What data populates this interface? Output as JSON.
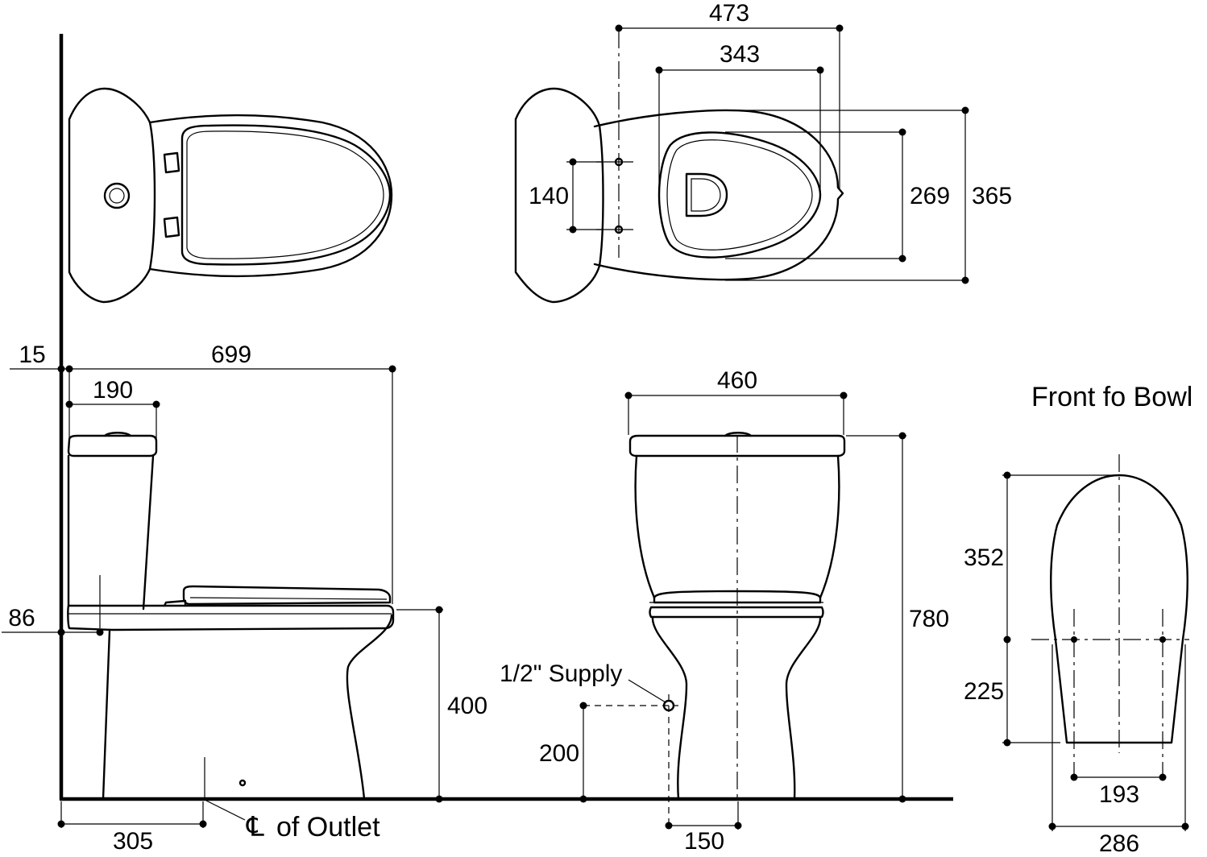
{
  "dimensions": {
    "top_overall_width": "473",
    "top_bowl_opening_width": "343",
    "top_bolt_spacing": "140",
    "top_bowl_opening_depth": "269",
    "top_overall_depth": "365",
    "side_wall_gap": "15",
    "side_overall_length": "699",
    "side_tank_depth": "190",
    "side_bowl_rim_below_tank": "86",
    "side_seat_height": "400",
    "side_outlet_from_wall": "305",
    "front_tank_width": "460",
    "front_overall_height": "780",
    "front_supply_height": "200",
    "front_supply_offset": "150",
    "bowl_front_upper": "352",
    "bowl_front_lower": "225",
    "bowl_front_bottom_width": "193",
    "bowl_front_overall_width": "286"
  },
  "labels": {
    "supply": "1/2\" Supply",
    "outlet_symbol": "℄",
    "outlet_text": "of Outlet",
    "front_of_bowl": "Front fo Bowl"
  }
}
